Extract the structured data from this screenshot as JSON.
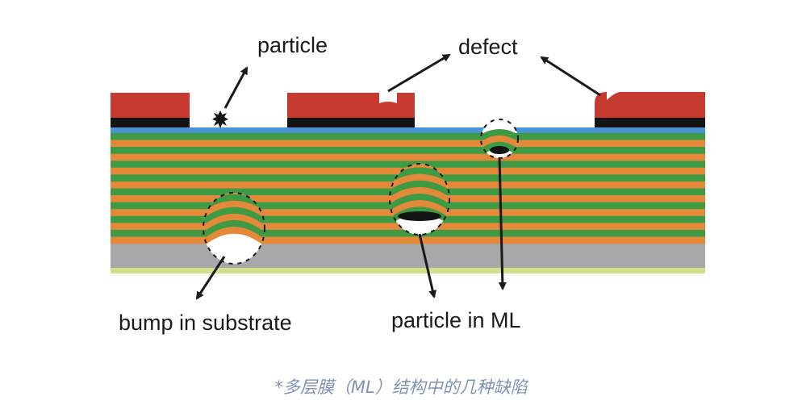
{
  "labels": {
    "particle": "particle",
    "defect": "defect",
    "bump": "bump in substrate",
    "particle_ml": "particle in ML"
  },
  "caption": "*多层膜（ML）结构中的几种缺陷",
  "colors": {
    "absorber": "#c63a2f",
    "buffer": "#141414",
    "capping": "#4a94d6",
    "layer_orange": "#e4893a",
    "layer_green": "#3e9a43",
    "substrate": "#a8a8ab",
    "backside": "#cfe18a",
    "caption": "#7f93b5"
  }
}
